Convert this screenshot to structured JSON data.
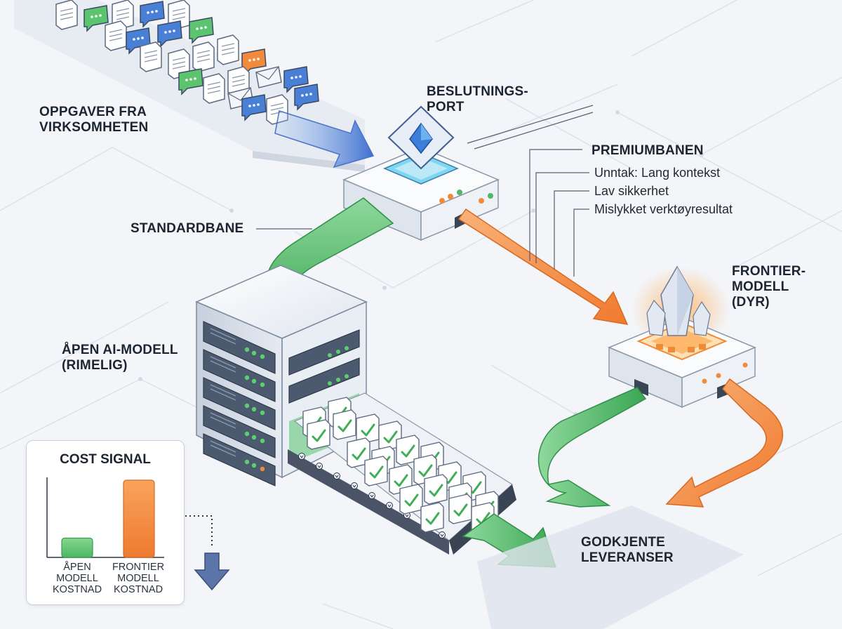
{
  "labels": {
    "tasks": "OPPGAVER FRA\nVIRKSOMHETEN",
    "gate": "BESLUTNINGS-\nPORT",
    "premium_title": "PREMIUMBANEN",
    "premium_items": [
      "Unntak: Lang kontekst",
      "Lav sikkerhet",
      "Mislykket verktøyresultat"
    ],
    "standard": "STANDARDBANE",
    "frontier": "FRONTIER-\nMODELL\n(DYR)",
    "open_model": "ÅPEN AI-MODELL\n(RIMELIG)",
    "approved": "GODKJENTE\nLEVERANSER"
  },
  "cost_signal": {
    "title": "COST SIGNAL",
    "open_caption": "ÅPEN\nMODELL\nKOSTNAD",
    "frontier_caption": "FRONTIER\nMODELL\nKOSTNAD"
  },
  "chart_data": {
    "type": "bar",
    "title": "COST SIGNAL",
    "categories": [
      "ÅPEN MODELL KOSTNAD",
      "FRONTIER MODELL KOSTNAD"
    ],
    "values": [
      0.25,
      1.0
    ],
    "colors": [
      "#5cc46e",
      "#f28a3c"
    ]
  },
  "colors": {
    "green": "#4fb765",
    "orange": "#f28a3c",
    "blue": "#4a7fd6",
    "navy": "#4a5f85"
  },
  "icons": [
    "document-icon",
    "chat-bubble-icon",
    "envelope-icon",
    "checkmark-icon",
    "crystal-icon",
    "server-icon",
    "down-arrow-icon"
  ]
}
